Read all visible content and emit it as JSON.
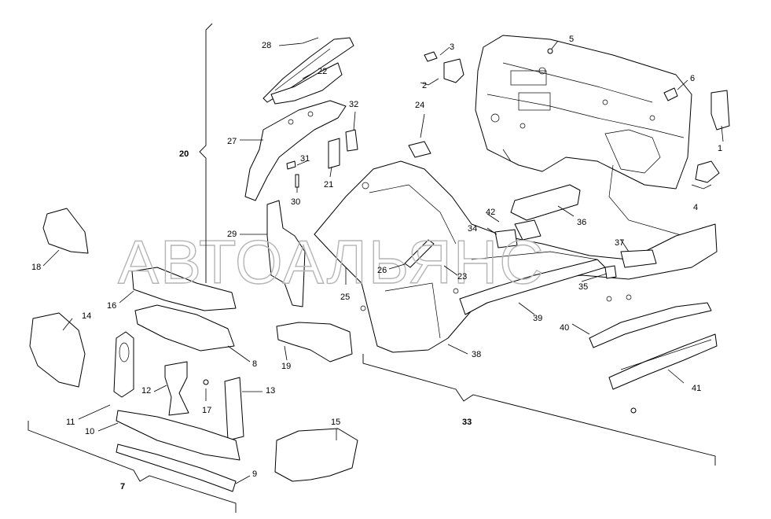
{
  "watermark": "АВТОАЛЬЯНС",
  "callouts": {
    "c1": "1",
    "c2": "2",
    "c3": "3",
    "c4": "4",
    "c5": "5",
    "c6": "6",
    "c8": "8",
    "c9": "9",
    "c10": "10",
    "c11": "11",
    "c12": "12",
    "c13": "13",
    "c14": "14",
    "c15": "15",
    "c16": "16",
    "c17": "17",
    "c18": "18",
    "c19": "19",
    "c21": "21",
    "c22": "22",
    "c23": "23",
    "c24": "24",
    "c25": "25",
    "c26": "26",
    "c27": "27",
    "c28": "28",
    "c29": "29",
    "c30": "30",
    "c31": "31",
    "c32": "32",
    "c34": "34",
    "c35": "35",
    "c36": "36",
    "c37": "37",
    "c38": "38",
    "c39": "39",
    "c40": "40",
    "c41": "41",
    "c42": "42"
  },
  "groups": {
    "g7": "7",
    "g20": "20",
    "g33": "33"
  }
}
